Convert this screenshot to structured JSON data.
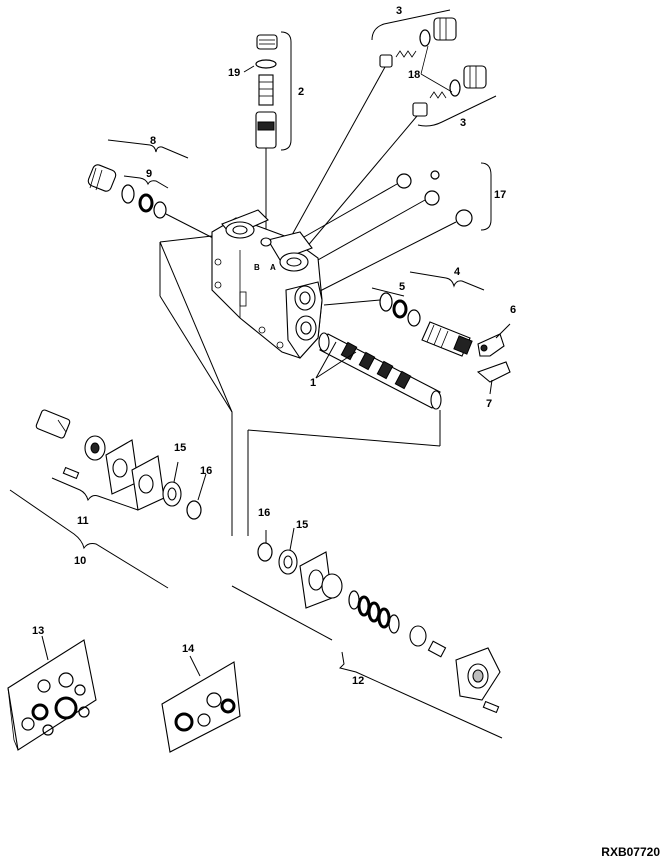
{
  "labels": {
    "l1": "1",
    "l2": "2",
    "l3a": "3",
    "l3b": "3",
    "l4": "4",
    "l5": "5",
    "l6": "6",
    "l7": "7",
    "l8": "8",
    "l9": "9",
    "l10": "10",
    "l11": "11",
    "l12": "12",
    "l13": "13",
    "l14": "14",
    "l15a": "15",
    "l15b": "15",
    "l16a": "16",
    "l16b": "16",
    "l17": "17",
    "l18": "18",
    "l19": "19"
  },
  "port_marks": {
    "a": "A",
    "b": "B"
  },
  "reference_code": "RXB07720"
}
